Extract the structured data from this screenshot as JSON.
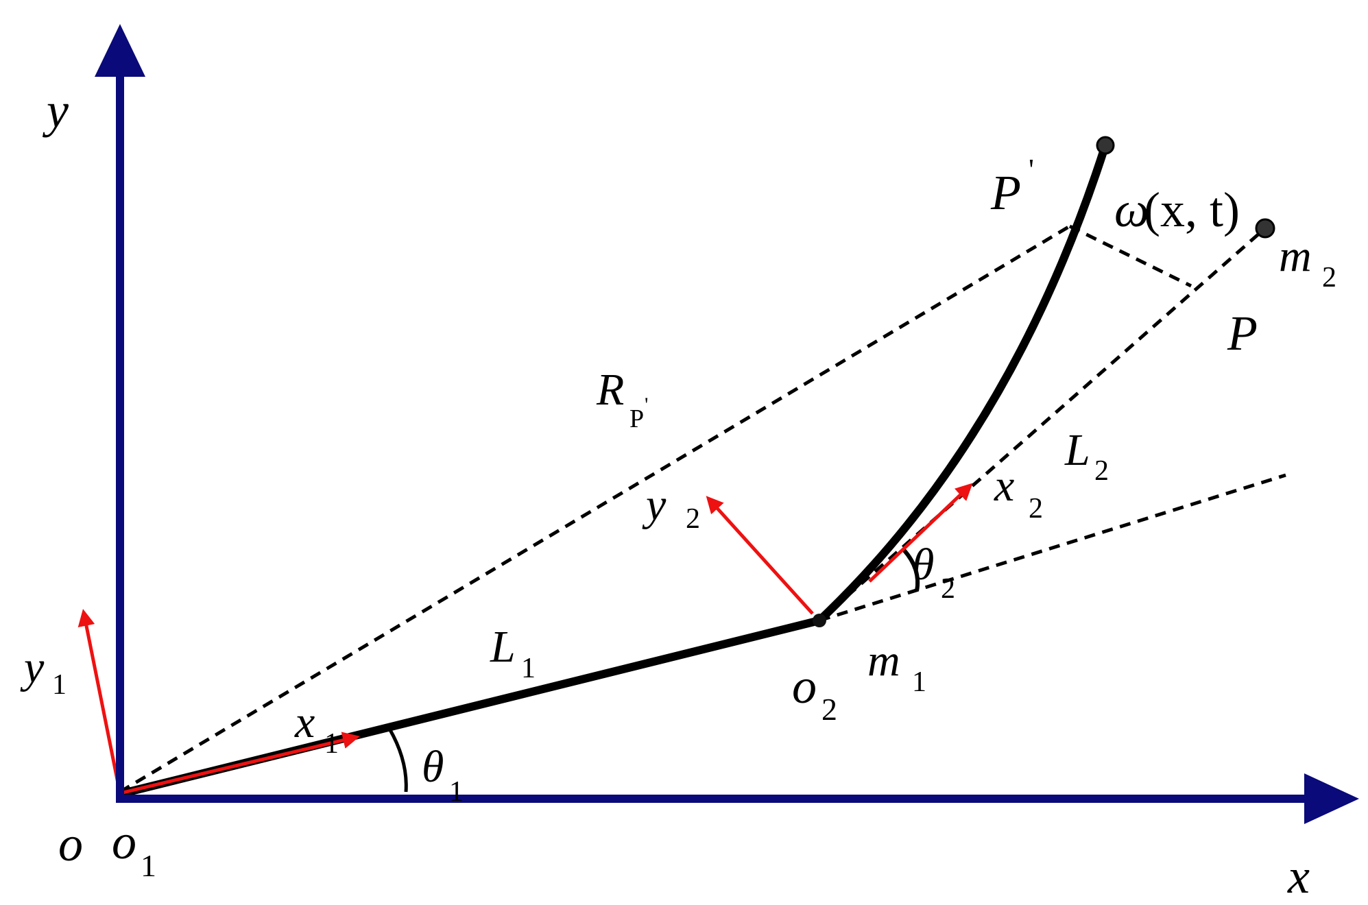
{
  "colors": {
    "axis": "#0a0a7a",
    "frame_vector": "#ee1111",
    "link": "#000000",
    "dashed": "#000000"
  },
  "labels": {
    "axis_y": "y",
    "axis_x": "x",
    "origin_o": "o",
    "o1_main": "o",
    "o1_sub": "1",
    "y1_main": "y",
    "y1_sub": "1",
    "x1_main": "x",
    "x1_sub": "1",
    "theta1_main": "θ",
    "theta1_sub": "1",
    "L1_main": "L",
    "L1_sub": "1",
    "o2_main": "o",
    "o2_sub": "2",
    "m1_main": "m",
    "m1_sub": "1",
    "y2_main": "y",
    "y2_sub": "2",
    "x2_main": "x",
    "x2_sub": "2",
    "theta2_main": "θ",
    "theta2_sub": "2",
    "L2_main": "L",
    "L2_sub": "2",
    "R_main": "R",
    "R_sub": "P",
    "R_prime": "'",
    "Pprime_main": "P",
    "Pprime_prime": "'",
    "omega_w": "ω",
    "omega_args": "(x, t)",
    "P_label": "P",
    "m2_main": "m",
    "m2_sub": "2"
  }
}
